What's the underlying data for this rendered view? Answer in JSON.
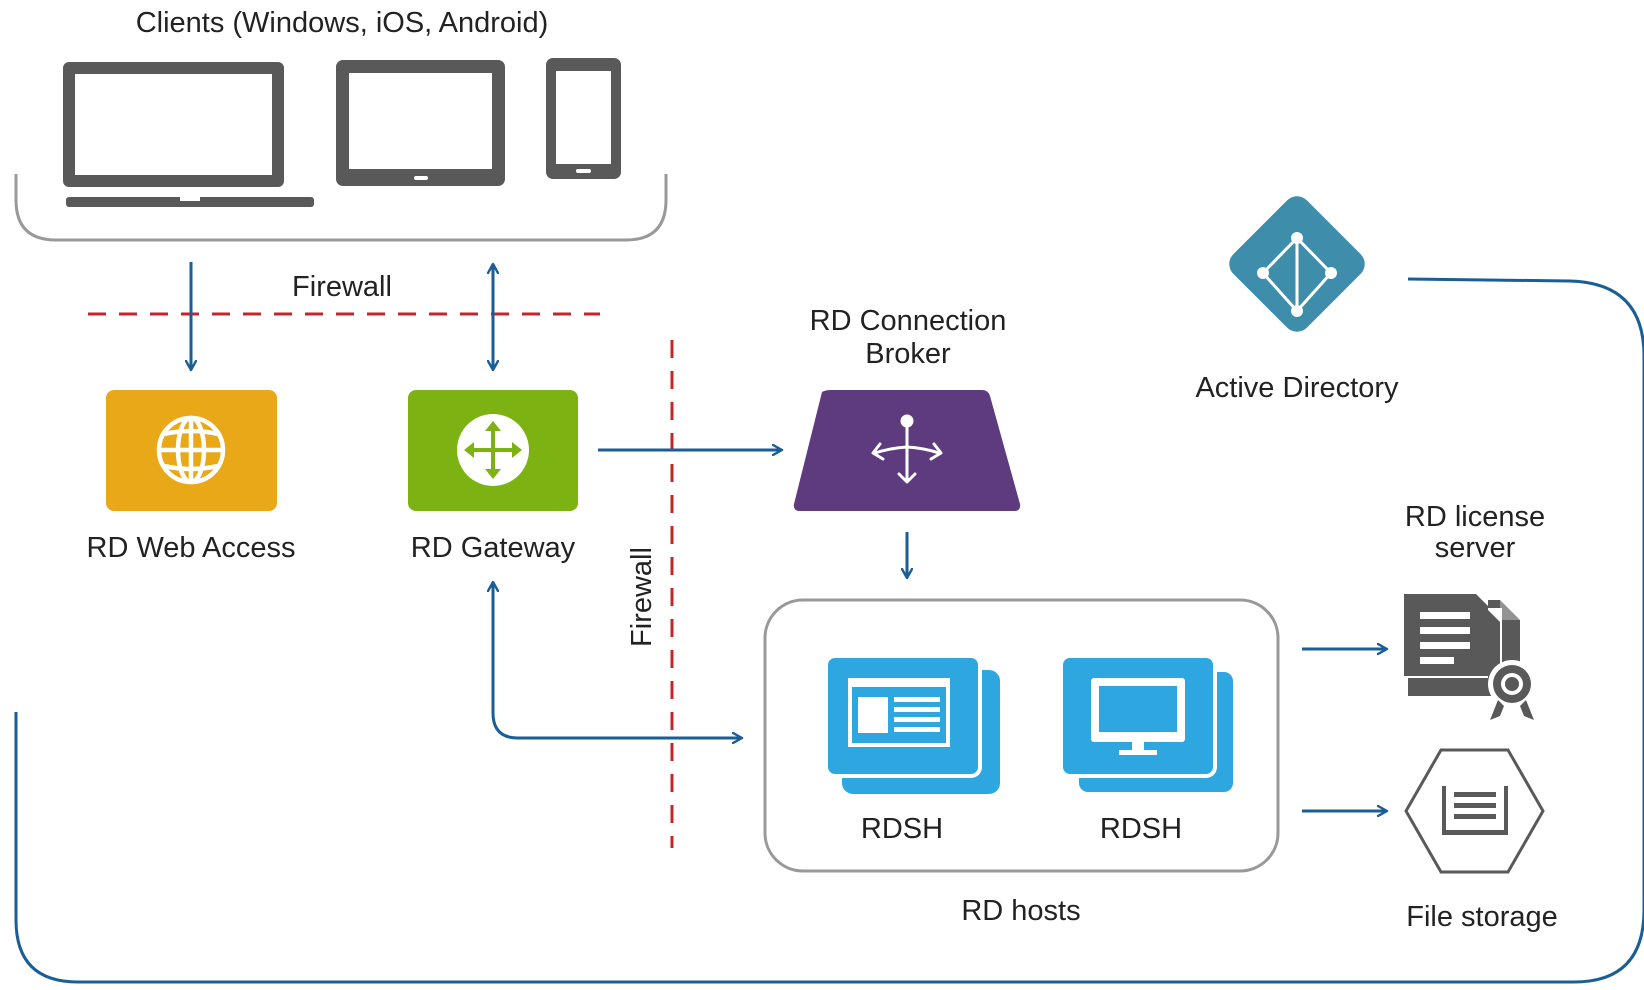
{
  "colors": {
    "arrow": "#1b5e96",
    "firewall": "#c0272d",
    "web_access": "#e8a817",
    "gateway": "#7cb212",
    "broker": "#5e3b7e",
    "active_directory": "#3d8dab",
    "rdsh": "#2ea7e0",
    "device": "#595959",
    "storage_border": "#595959"
  },
  "clients": {
    "label": "Clients (Windows, iOS, Android)",
    "devices": [
      "laptop-icon",
      "tablet-icon",
      "phone-icon"
    ]
  },
  "firewall_top": {
    "label": "Firewall"
  },
  "firewall_side": {
    "label": "Firewall"
  },
  "web_access": {
    "label": "RD Web Access",
    "icon": "globe-icon"
  },
  "gateway": {
    "label": "RD Gateway",
    "icon": "route-arrows-icon"
  },
  "broker": {
    "label_line1": "RD Connection",
    "label_line2": "Broker",
    "icon": "distribute-arrows-icon"
  },
  "active_directory": {
    "label": "Active Directory",
    "icon": "directory-tree-icon"
  },
  "rd_hosts": {
    "label": "RD hosts",
    "hosts": [
      {
        "label": "RDSH",
        "icon": "app-window-icon"
      },
      {
        "label": "RDSH",
        "icon": "monitor-icon"
      }
    ]
  },
  "license_server": {
    "label_line1": "RD license",
    "label_line2": "server",
    "icon": "certificate-icon"
  },
  "file_storage": {
    "label": "File storage",
    "icon": "storage-hexagon-icon"
  }
}
